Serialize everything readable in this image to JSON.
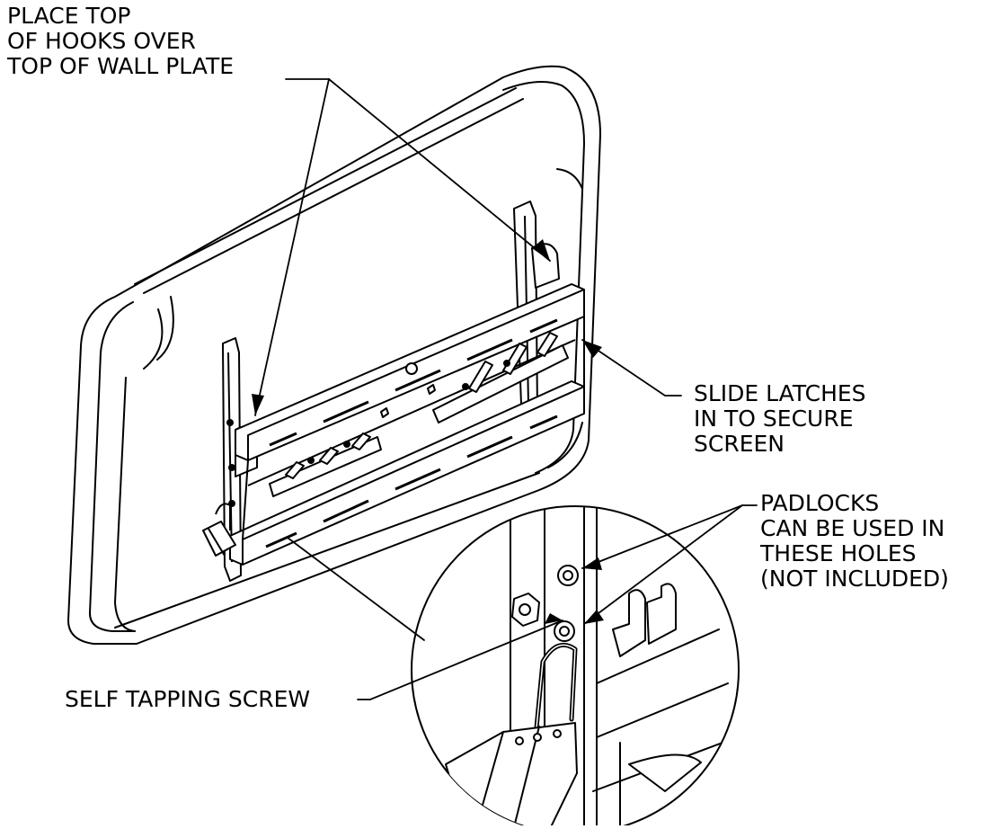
{
  "callouts": {
    "hooks": {
      "lines": [
        "PLACE TOP",
        "OF HOOKS OVER",
        "TOP OF WALL PLATE"
      ]
    },
    "latches": {
      "lines": [
        "SLIDE LATCHES",
        "IN TO SECURE",
        "SCREEN"
      ]
    },
    "padlocks": {
      "lines": [
        "PADLOCKS",
        "CAN BE USED IN",
        "THESE HOLES",
        "(NOT INCLUDED)"
      ]
    },
    "screw": {
      "lines": [
        "SELF TAPPING SCREW"
      ]
    }
  }
}
